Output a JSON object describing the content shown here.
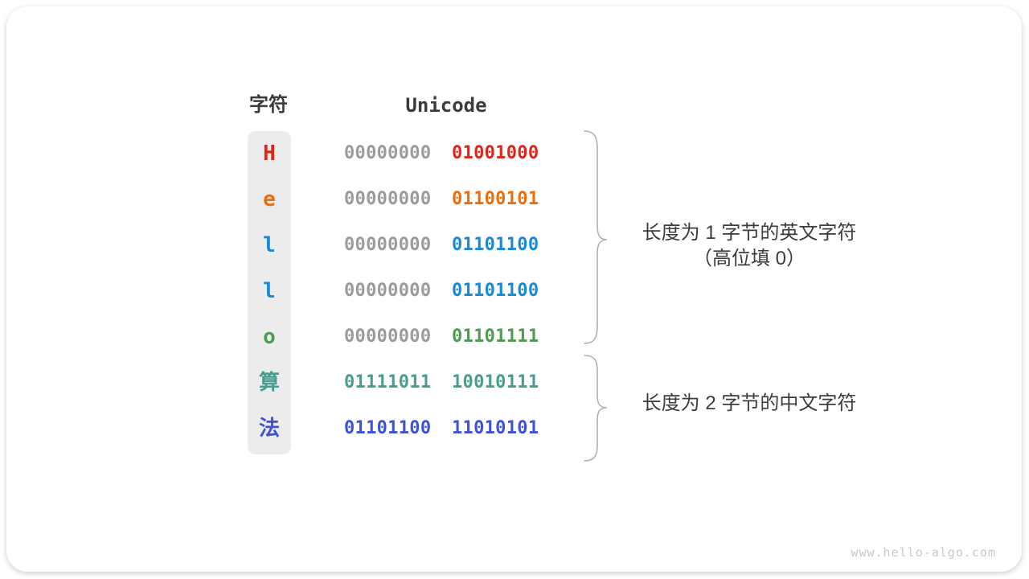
{
  "header": {
    "char_label": "字符",
    "unicode_label": "Unicode"
  },
  "colors": {
    "heading": "#3b3b3b",
    "annotation": "#3c3c3c",
    "gray_byte": "#9b9b9b",
    "strip_bg": "#ececec",
    "brace": "#b0b0b0",
    "watermark": "#c9c9c9"
  },
  "table": {
    "rows": [
      {
        "char": "H",
        "char_color": "#e02518",
        "byte_high": "00000000",
        "byte_high_color": "#9b9b9b",
        "byte_low": "01001000",
        "byte_low_color": "#e02518"
      },
      {
        "char": "e",
        "char_color": "#ee6c09",
        "byte_high": "00000000",
        "byte_high_color": "#9b9b9b",
        "byte_low": "01100101",
        "byte_low_color": "#ee6c09"
      },
      {
        "char": "l",
        "char_color": "#1789d6",
        "byte_high": "00000000",
        "byte_high_color": "#9b9b9b",
        "byte_low": "01101100",
        "byte_low_color": "#1789d6"
      },
      {
        "char": "l",
        "char_color": "#1789d6",
        "byte_high": "00000000",
        "byte_high_color": "#9b9b9b",
        "byte_low": "01101100",
        "byte_low_color": "#1789d6"
      },
      {
        "char": "o",
        "char_color": "#4d9a51",
        "byte_high": "00000000",
        "byte_high_color": "#9b9b9b",
        "byte_low": "01101111",
        "byte_low_color": "#4d9a51"
      },
      {
        "char": "算",
        "char_color": "#479e90",
        "byte_high": "01111011",
        "byte_high_color": "#479e90",
        "byte_low": "10010111",
        "byte_low_color": "#479e90"
      },
      {
        "char": "法",
        "char_color": "#3b51d8",
        "byte_high": "01101100",
        "byte_high_color": "#3b51d8",
        "byte_low": "11010101",
        "byte_low_color": "#3b51d8"
      }
    ]
  },
  "annotations": [
    {
      "line1": "长度为 1 字节的英文字符",
      "line2": "（高位填 0）"
    },
    {
      "line1": "长度为 2 字节的中文字符"
    }
  ],
  "footer": {
    "watermark": "www.hello-algo.com"
  }
}
